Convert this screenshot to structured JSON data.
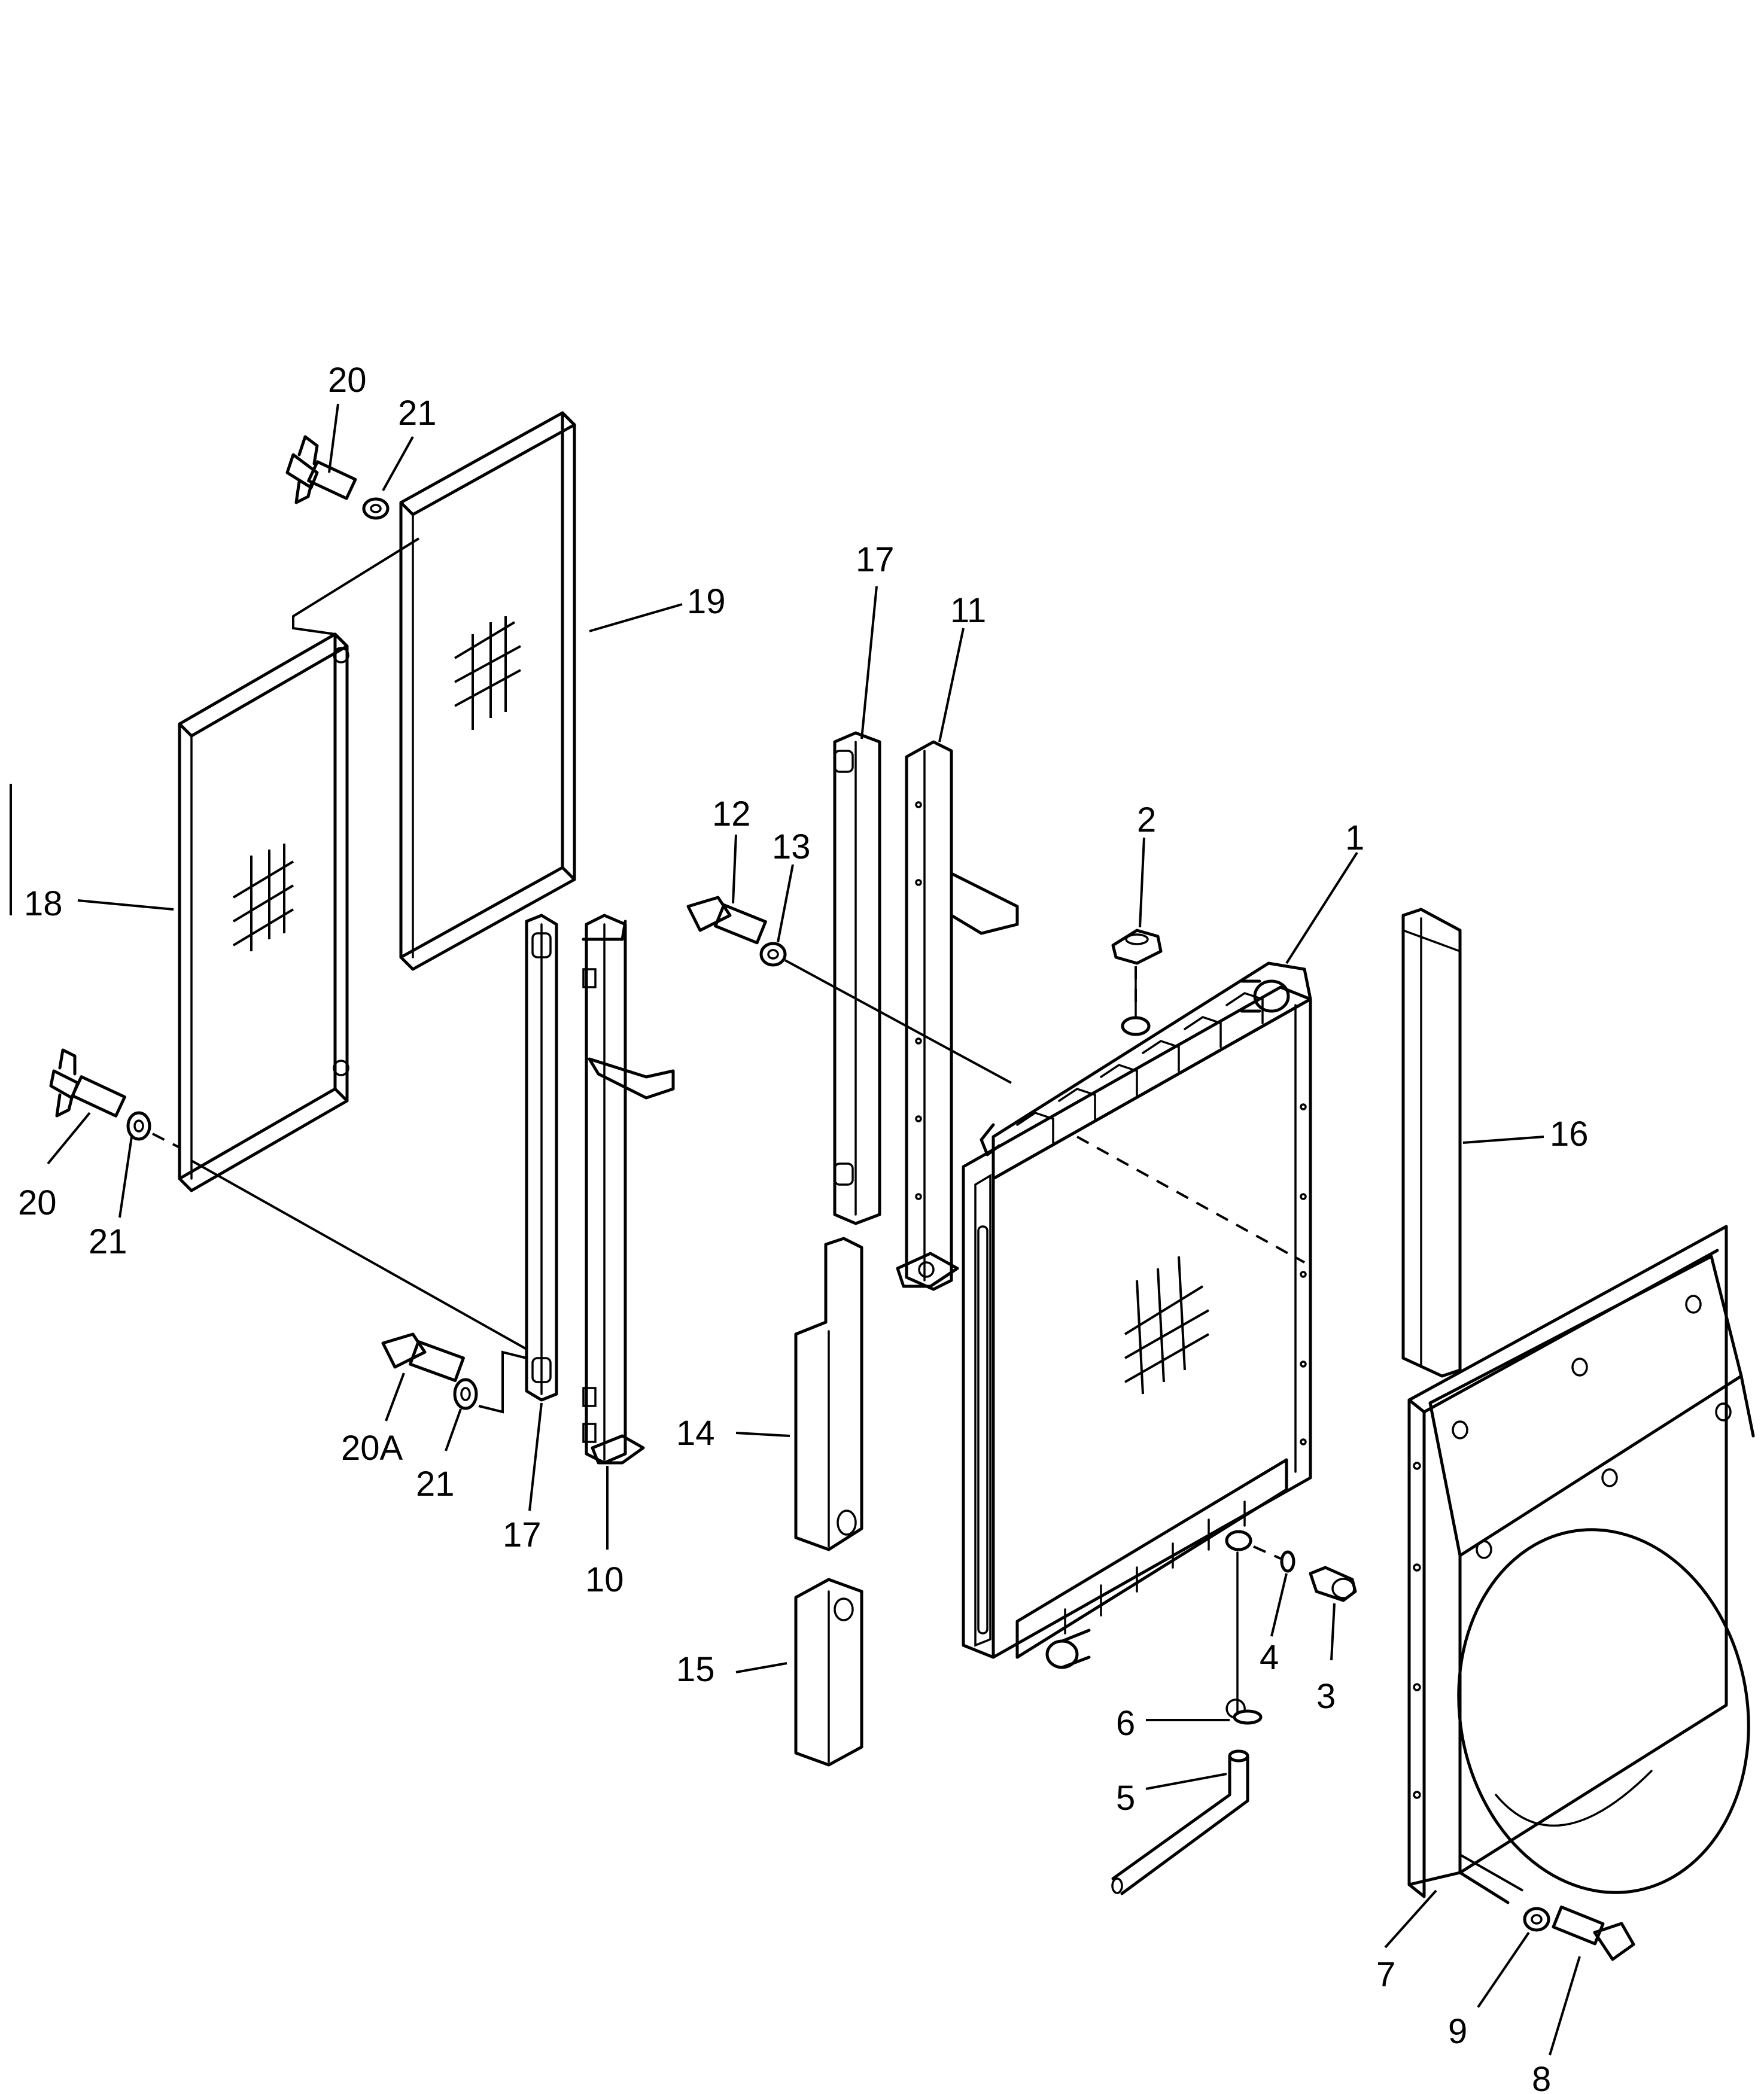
{
  "diagram": {
    "callouts": {
      "c1": "1",
      "c2": "2",
      "c3": "3",
      "c4": "4",
      "c5": "5",
      "c6": "6",
      "c7": "7",
      "c8": "8",
      "c9": "9",
      "c10": "10",
      "c11": "11",
      "c12": "12",
      "c13": "13",
      "c14": "14",
      "c15": "15",
      "c16": "16",
      "c17a": "17",
      "c17b": "17",
      "c18": "18",
      "c19": "19",
      "c20a": "20",
      "c20b": "20",
      "c20A": "20A",
      "c21a": "21",
      "c21b": "21",
      "c21c": "21"
    }
  }
}
